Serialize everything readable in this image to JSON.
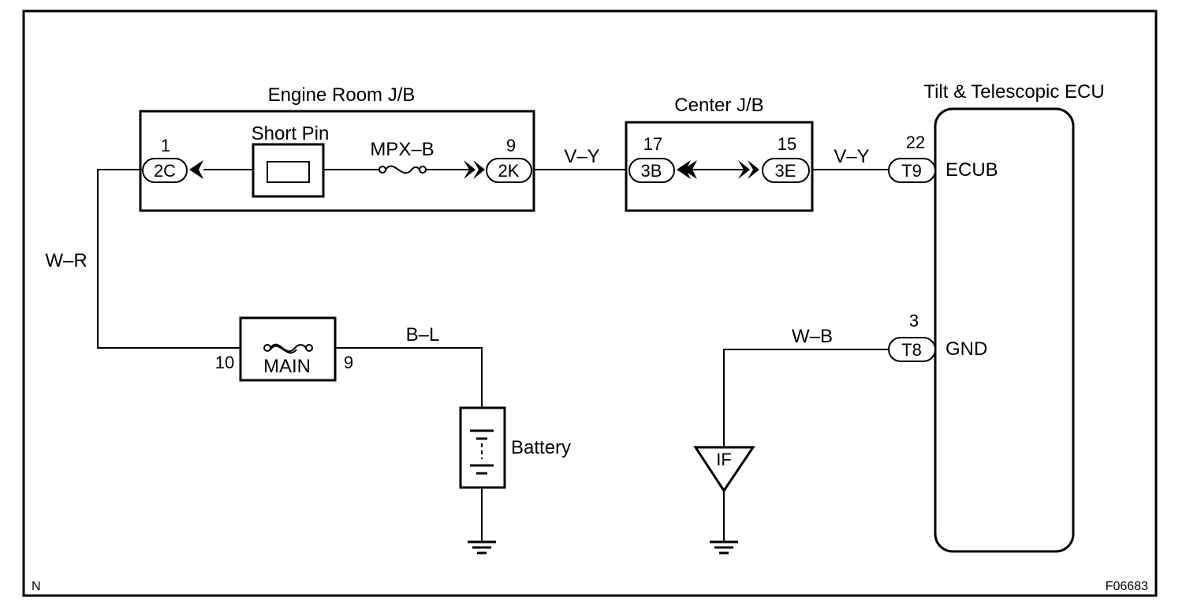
{
  "engine_room_jb": {
    "title": "Engine Room J/B",
    "short_pin": "Short Pin",
    "fuse": "MPX–B",
    "left_connector": {
      "code": "2C",
      "pin": "1"
    },
    "right_connector": {
      "code": "2K",
      "pin": "9"
    }
  },
  "center_jb": {
    "title": "Center J/B",
    "left_connector": {
      "code": "3B",
      "pin": "17"
    },
    "right_connector": {
      "code": "3E",
      "pin": "15"
    }
  },
  "ecu": {
    "title": "Tilt & Telescopic ECU",
    "ecub": {
      "code": "T9",
      "pin": "22",
      "terminal": "ECUB"
    },
    "gnd": {
      "code": "T8",
      "pin": "3",
      "terminal": "GND"
    }
  },
  "wires": {
    "wr": "W–R",
    "vy1": "V–Y",
    "vy2": "V–Y",
    "bl": "B–L",
    "wb": "W–B"
  },
  "main_fuse": {
    "label": "MAIN",
    "pin_left": "10",
    "pin_right": "9"
  },
  "battery": "Battery",
  "ground_point": "IF",
  "corner_left": "N",
  "figure_code": "F06683"
}
